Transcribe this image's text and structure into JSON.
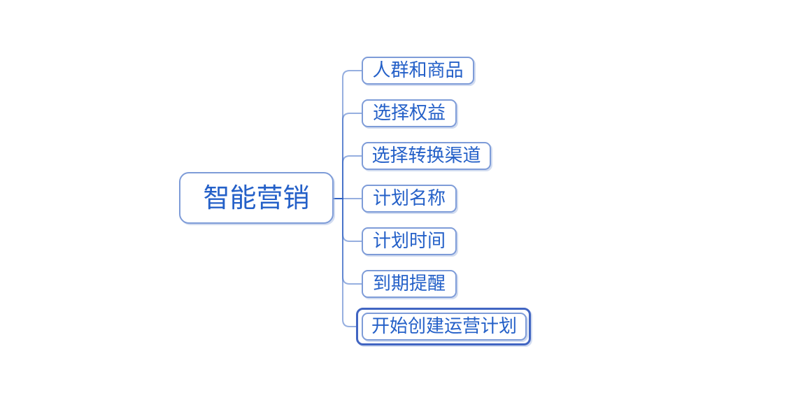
{
  "mindmap": {
    "root": {
      "label": "智能营销"
    },
    "children": [
      {
        "label": "人群和商品",
        "selected": false
      },
      {
        "label": "选择权益",
        "selected": false
      },
      {
        "label": "选择转换渠道",
        "selected": false
      },
      {
        "label": "计划名称",
        "selected": false
      },
      {
        "label": "计划时间",
        "selected": false
      },
      {
        "label": "到期提醒",
        "selected": false
      },
      {
        "label": "开始创建运营计划",
        "selected": true
      }
    ],
    "colors": {
      "background": "#ffffff",
      "node_border": "#7e9cd8",
      "text": "#2460c8",
      "connector": "#2e5fc2",
      "selection_border": "#4165c2"
    }
  }
}
